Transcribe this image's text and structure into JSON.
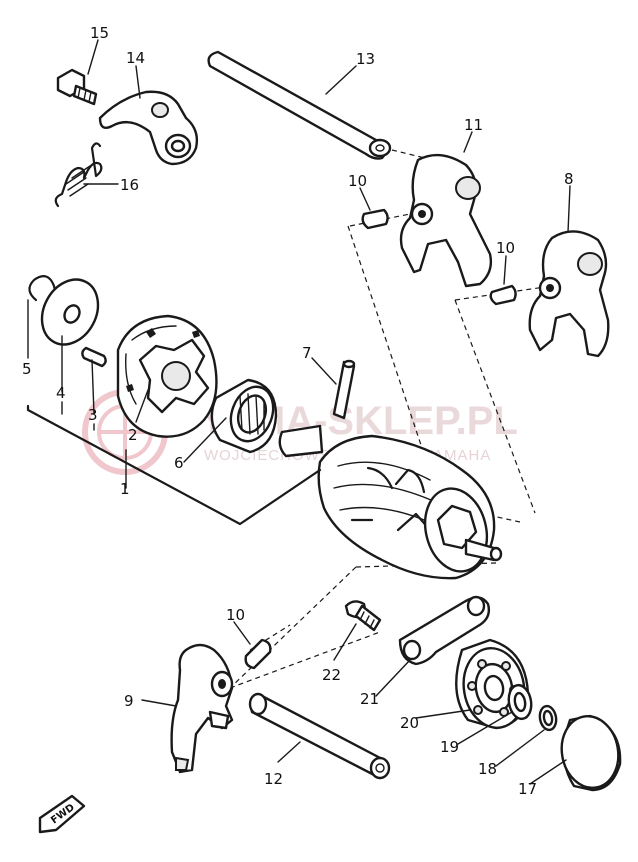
{
  "watermark": {
    "title": "YAMA-SKLEP.PL",
    "subtitle": "WOJCIECHOWSKI DEALER YAMAHA"
  },
  "fwd_label": "FWD",
  "callouts": {
    "c1": "1",
    "c2": "2",
    "c3": "3",
    "c4": "4",
    "c5": "5",
    "c6": "6",
    "c7": "7",
    "c8": "8",
    "c9": "9",
    "c10a": "10",
    "c10b": "10",
    "c10c": "10",
    "c11": "11",
    "c12": "12",
    "c13": "13",
    "c14": "14",
    "c15": "15",
    "c16": "16",
    "c17": "17",
    "c18": "18",
    "c19": "19",
    "c20": "20",
    "c21": "21",
    "c22": "22"
  }
}
